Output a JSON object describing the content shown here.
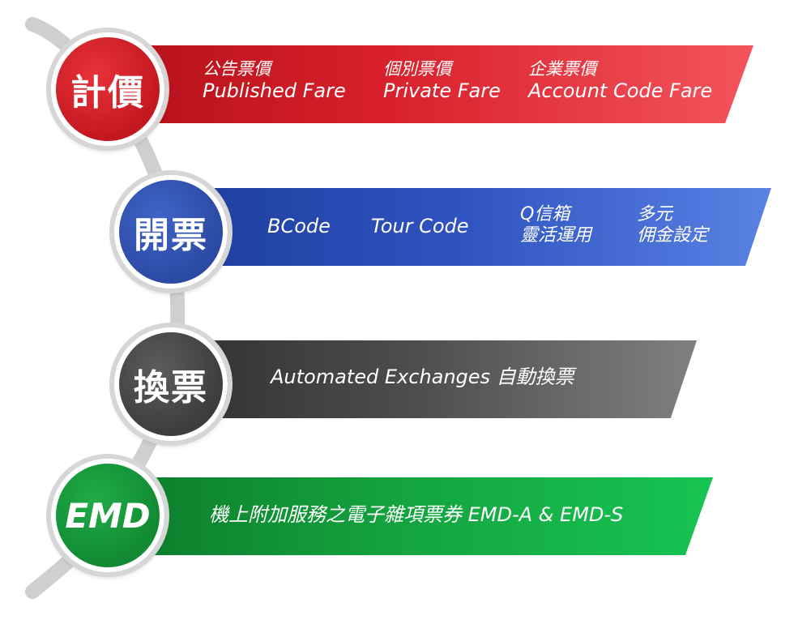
{
  "rows": [
    {
      "label": "計價",
      "color": "#c41820",
      "items": [
        {
          "zh": "公告票價",
          "en": "Published Fare"
        },
        {
          "zh": "個別票價",
          "en": "Private Fare"
        },
        {
          "zh": "企業票價",
          "en": "Account Code Fare"
        }
      ]
    },
    {
      "label": "開票",
      "color": "#2b4aa3",
      "items": [
        {
          "text": "BCode"
        },
        {
          "text": "Tour Code"
        },
        {
          "line1": "Q信箱",
          "line2": "靈活運用"
        },
        {
          "line1": "多元",
          "line2": "佣金設定"
        }
      ]
    },
    {
      "label": "換票",
      "color": "#3d3d3d",
      "text": "Automated Exchanges 自動換票"
    },
    {
      "label": "EMD",
      "color": "#128a33",
      "text": "機上附加服務之電子雜項票券 EMD-A & EMD-S"
    }
  ]
}
